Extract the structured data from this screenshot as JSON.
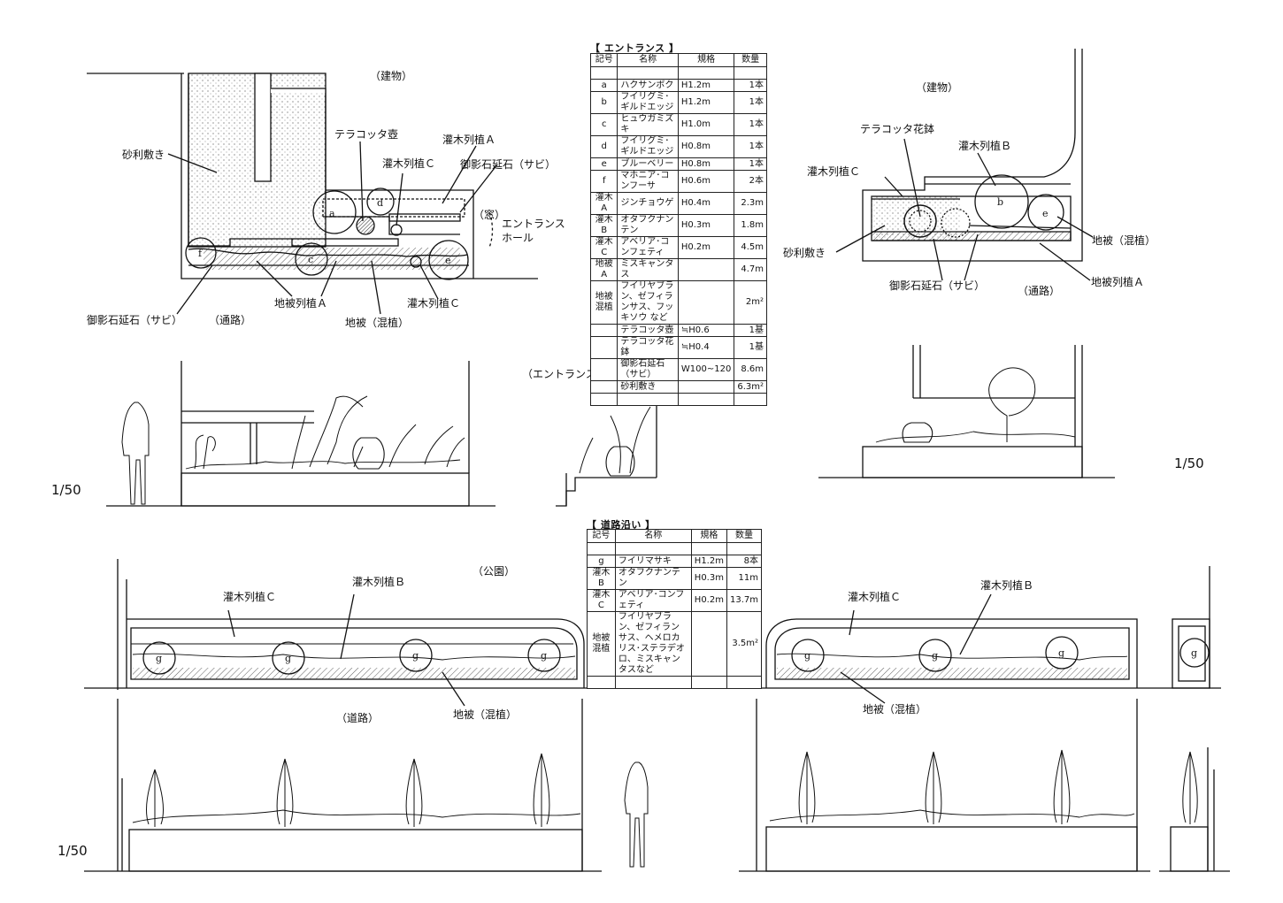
{
  "entrance_plan": {
    "building": "（建物）",
    "window": "（窓）",
    "entrance_hall": [
      "エントランス",
      "ホール"
    ],
    "path": "（通路）",
    "labels": {
      "gravel": "砂利敷き",
      "terracotta_jar": "テラコッタ壺",
      "shrub_a": "灌木列植Ａ",
      "shrub_c": "灌木列植Ｃ",
      "granite_curb_top": "御影石延石（サビ）",
      "granite_curb_bottom": "御影石延石（サビ）",
      "ground_a": "地被列植Ａ",
      "ground_mixed": "地被（混植）",
      "shrub_c2": "灌木列植Ｃ"
    },
    "markers": [
      "a",
      "d",
      "f",
      "c",
      "e"
    ]
  },
  "entrance_elevation": {
    "from_hall": "（エントランスホールより）"
  },
  "right_plan": {
    "building": "（建物）",
    "path": "（通路）",
    "labels": {
      "terracotta_pot": "テラコッタ花鉢",
      "shrub_b": "灌木列植Ｂ",
      "shrub_c": "灌木列植Ｃ",
      "gravel": "砂利敷き",
      "granite_curb": "御影石延石（サビ）",
      "ground_mixed": "地被（混植）",
      "ground_a": "地被列植Ａ"
    },
    "markers": [
      "b",
      "e"
    ]
  },
  "scales": {
    "mid_left": "1/50",
    "mid_right": "1/50",
    "bottom_left": "1/50"
  },
  "entrance_table": {
    "caption": "【 エントランス 】",
    "headers": [
      "記号",
      "名称",
      "規格",
      "数量"
    ],
    "rows": [
      [
        "",
        "",
        "",
        ""
      ],
      [
        "a",
        "ハクサンボク",
        "H1.2m",
        "1本"
      ],
      [
        "b",
        "フイリグミ･ギルドエッジ",
        "H1.2m",
        "1本"
      ],
      [
        "c",
        "ヒュウガミズキ",
        "H1.0m",
        "1本"
      ],
      [
        "d",
        "フイリグミ･ギルドエッジ",
        "H0.8m",
        "1本"
      ],
      [
        "e",
        "ブルーベリー",
        "H0.8m",
        "1本"
      ],
      [
        "f",
        "マホニア･コンフーサ",
        "H0.6m",
        "2本"
      ],
      [
        "灌木A",
        "ジンチョウゲ",
        "H0.4m",
        "2.3m"
      ],
      [
        "灌木B",
        "オタフクナンテン",
        "H0.3m",
        "1.8m"
      ],
      [
        "灌木C",
        "アベリア･コンフェティ",
        "H0.2m",
        "4.5m"
      ],
      [
        "地被A",
        "ミスキャンタス",
        "",
        "4.7m"
      ],
      [
        "地被\n混植",
        "フイリヤブラン、ゼフィランサス、フッキソウ など",
        "",
        "2m²"
      ],
      [
        "",
        "テラコッタ壺",
        "≒H0.6",
        "1基"
      ],
      [
        "",
        "テラコッタ花鉢",
        "≒H0.4",
        "1基"
      ],
      [
        "",
        "御影石延石（サビ）",
        "W100~120",
        "8.6m"
      ],
      [
        "",
        "砂利敷き",
        "",
        "6.3m²"
      ],
      [
        "",
        "",
        "",
        ""
      ]
    ]
  },
  "road_table": {
    "caption": "【 道路沿い 】",
    "headers": [
      "記号",
      "名称",
      "規格",
      "数量"
    ],
    "rows": [
      [
        "",
        "",
        "",
        ""
      ],
      [
        "g",
        "フイリマサキ",
        "H1.2m",
        "8本"
      ],
      [
        "灌木B",
        "オタフクナンテン",
        "H0.3m",
        "11m"
      ],
      [
        "灌木C",
        "アベリア･コンフェティ",
        "H0.2m",
        "13.7m"
      ],
      [
        "地被\n混植",
        "フイリヤブラン、ゼフィランサス、ヘメロカリス･ステラデオロ、ミスキャンタスなど",
        "",
        "3.5m²"
      ],
      [
        "",
        "",
        "",
        ""
      ]
    ]
  },
  "road_plan": {
    "park": "（公園）",
    "road": "（道路）",
    "labels": {
      "shrub_c_left": "灌木列植Ｃ",
      "shrub_b_left": "灌木列植Ｂ",
      "ground_left": "地被（混植）",
      "shrub_c_right": "灌木列植Ｃ",
      "shrub_b_right": "灌木列植Ｂ",
      "ground_right": "地被（混植）"
    },
    "marker": "g"
  }
}
